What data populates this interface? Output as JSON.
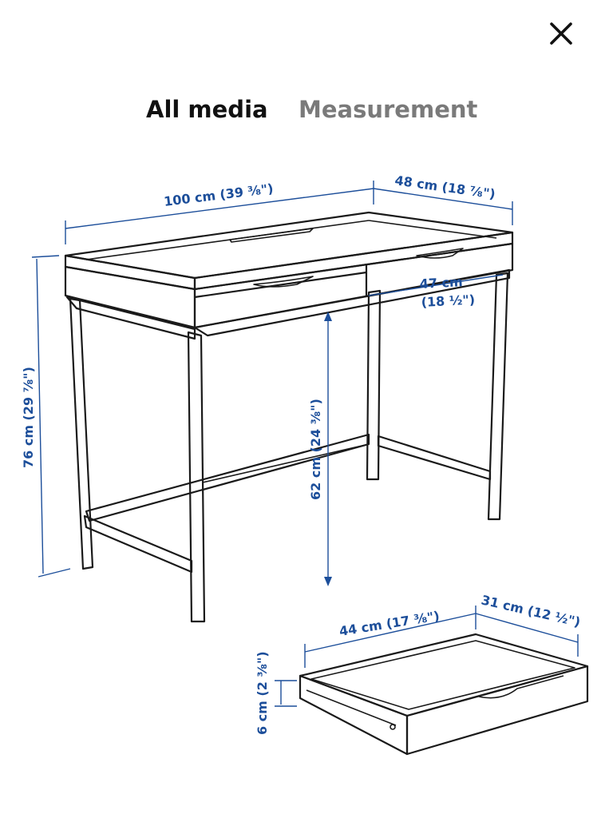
{
  "header": {
    "close_icon": "close-icon"
  },
  "tabs": [
    {
      "label": "All media",
      "active": true
    },
    {
      "label": "Measurement",
      "active": false
    }
  ],
  "colors": {
    "dimension": "#1c4e9a",
    "active_tab": "#111111",
    "inactive_tab": "#7a7a7a"
  },
  "dimensions": {
    "desk_width": "100 cm (39 ⅜\")",
    "desk_depth": "48 cm (18 ⅞\")",
    "desk_height": "76 cm (29 ⅞\")",
    "drawer_width_cm": "47 cm",
    "drawer_width_in": "(18 ½\")",
    "knee_height": "62 cm (24 ⅜\")",
    "drawer_depth": "44 cm (17 ⅜\")",
    "drawer_outer_width": "31 cm (12 ½\")",
    "drawer_height": "6 cm (2 ⅜\")"
  }
}
